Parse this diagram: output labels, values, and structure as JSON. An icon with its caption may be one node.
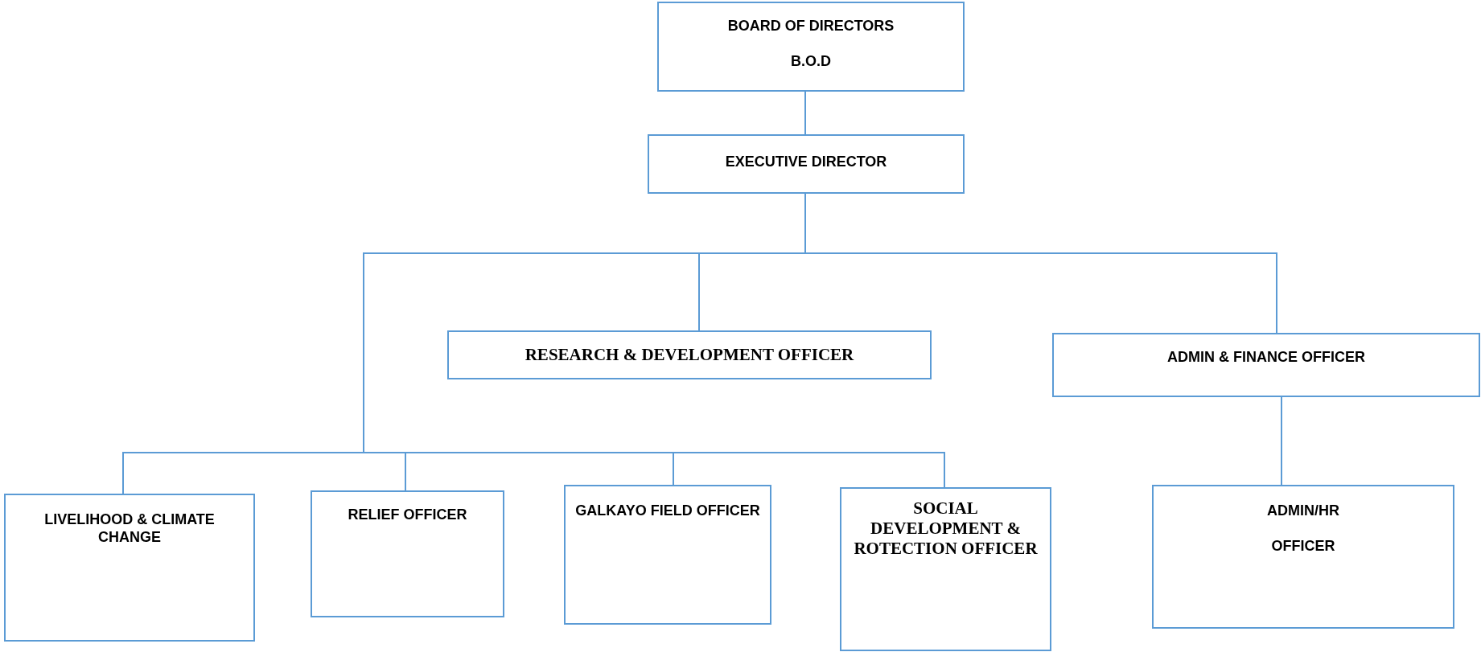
{
  "diagram": {
    "nodes": [
      {
        "text": [
          "BOARD OF DIRECTORS",
          "B.O.D"
        ]
      },
      {
        "text": [
          "EXECUTIVE DIRECTOR"
        ]
      },
      {
        "text": [
          "RESEARCH & DEVELOPMENT OFFICER"
        ]
      },
      {
        "text": [
          "ADMIN & FINANCE OFFICER"
        ]
      },
      {
        "text": [
          "LIVELIHOOD & CLIMATE CHANGE"
        ]
      },
      {
        "text": [
          "RELIEF OFFICER"
        ]
      },
      {
        "text": [
          "GALKAYO FIELD OFFICER"
        ]
      },
      {
        "text": [
          "SOCIAL DEVELOPMENT & ROTECTION OFFICER"
        ]
      },
      {
        "text": [
          "ADMIN/HR",
          "OFFICER"
        ]
      }
    ],
    "edges": [
      {
        "from": 0,
        "to": 1,
        "arrow": "none"
      },
      {
        "from": 1,
        "to": 2,
        "arrow": "none"
      },
      {
        "from": 1,
        "to": 3,
        "arrow": "none"
      },
      {
        "from": 1,
        "to": 4,
        "arrow": "none"
      },
      {
        "from": 1,
        "to": 5,
        "arrow": "none"
      },
      {
        "from": 1,
        "to": 6,
        "arrow": "none"
      },
      {
        "from": 1,
        "to": 7,
        "arrow": "none"
      },
      {
        "from": 3,
        "to": 8,
        "arrow": "none"
      }
    ]
  }
}
